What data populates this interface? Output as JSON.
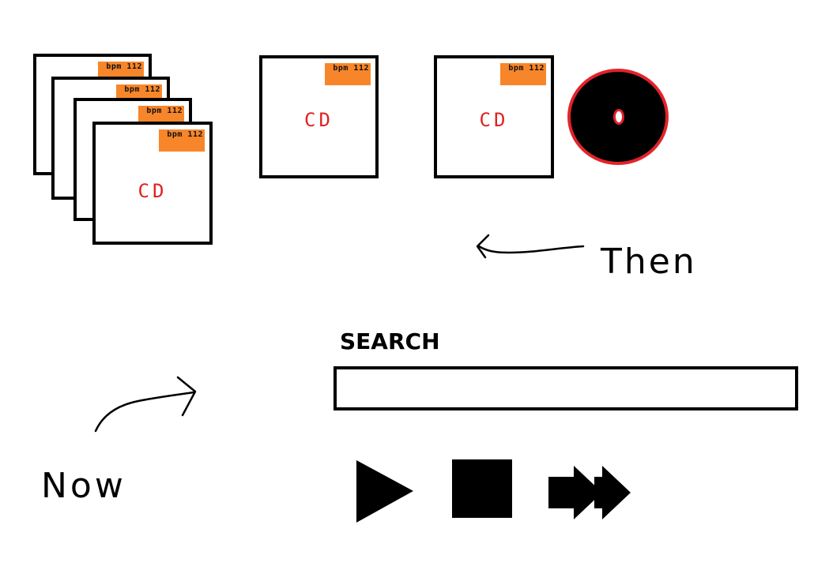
{
  "cd_stack": {
    "cards": [
      {
        "bpm": "bpm 112",
        "label": ""
      },
      {
        "bpm": "bpm 112",
        "label": ""
      },
      {
        "bpm": "bpm 112",
        "label": ""
      },
      {
        "bpm": "bpm 112",
        "label": "CD"
      }
    ]
  },
  "cd_single_1": {
    "bpm": "bpm 112",
    "label": "CD"
  },
  "cd_single_2": {
    "bpm": "bpm 112",
    "label": "CD"
  },
  "annotations": {
    "then": "Then",
    "now": "Now"
  },
  "search": {
    "label": "SEARCH",
    "value": "",
    "placeholder": ""
  },
  "controls": {
    "play_icon": "play-icon",
    "stop_icon": "stop-icon",
    "fast_forward_icon": "fast-forward-icon"
  },
  "colors": {
    "bpm_badge": "#f7862a",
    "cd_label": "#e02121",
    "disc_rim": "#e3232a",
    "ink": "#000000"
  }
}
